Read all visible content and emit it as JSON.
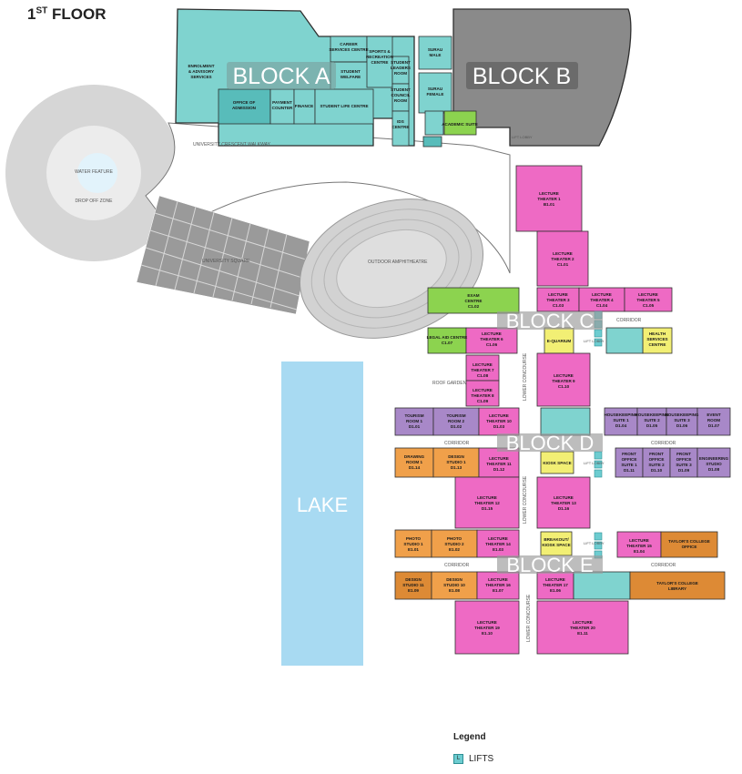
{
  "floor_title": "1",
  "floor_title_sup": "ST",
  "floor_title_rest": " FLOOR",
  "colors": {
    "teal": "#7fd3cf",
    "grey_block": "#8a8a8a",
    "pink": "#ee6ac4",
    "green": "#8cd34f",
    "yellow": "#f2ef74",
    "purple": "#a888c8",
    "orange": "#f0a04a",
    "orange_dark": "#dd8a35",
    "lake": "#a8daf2",
    "grey_light": "#cfcfcf"
  },
  "blocks": {
    "a": "BLOCK A",
    "b": "BLOCK B",
    "c": "BLOCK C",
    "d": "BLOCK D",
    "e": "BLOCK E"
  },
  "lake": "LAKE",
  "labels": {
    "walkway": "UNIVERSITY CRESCENT WALKWAY",
    "water": "WATER FEATURE",
    "dropoff": "DROP OFF ZONE",
    "square": "UNIVERSITY SQUARE",
    "amphi": "OUTDOOR AMPHITHEATRE",
    "roof_garden": "ROOF GARDEN",
    "corridor": "CORRIDOR",
    "lower_concourse": "LOWER CONCOURSE",
    "lift_lobby": "LIFT LOBBY",
    "lift_lobby_b": "LIFT LOBBY"
  },
  "rooms": [
    {
      "id": "enrolment",
      "l1": "ENROLMENT",
      "l2": "& ADVISORY",
      "l3": "SERVICES"
    },
    {
      "id": "career",
      "l1": "CAREER",
      "l2": "SERVICES CENTRE"
    },
    {
      "id": "sports",
      "l1": "SPORTS &",
      "l2": "RECREATION",
      "l3": "CENTRE"
    },
    {
      "id": "student_leaders",
      "l1": "STUDENT",
      "l2": "LEADERS",
      "l3": "ROOM"
    },
    {
      "id": "student_council",
      "l1": "STUDENT",
      "l2": "COUNCIL",
      "l3": "ROOM"
    },
    {
      "id": "ids",
      "l1": "IDS",
      "l2": "CENTRE"
    },
    {
      "id": "welfare",
      "l1": "STUDENT",
      "l2": "WELFARE"
    },
    {
      "id": "office_adm",
      "l1": "OFFICE OF",
      "l2": "ADMISSION"
    },
    {
      "id": "payment",
      "l1": "PAYMENT",
      "l2": "COUNTER"
    },
    {
      "id": "finance",
      "l1": "FINANCE"
    },
    {
      "id": "life_centre",
      "l1": "STUDENT LIFE CENTRE"
    },
    {
      "id": "surau_m",
      "l1": "SURAU",
      "l2": "MALE"
    },
    {
      "id": "surau_f",
      "l1": "SURAU",
      "l2": "FEMALE"
    },
    {
      "id": "academic",
      "l1": "ACADEMIC SUITE"
    },
    {
      "id": "lt1",
      "l1": "LECTURE",
      "l2": "THEATER 1",
      "l3": "B1.01"
    },
    {
      "id": "lt2",
      "l1": "LECTURE",
      "l2": "THEATER 2",
      "l3": "C1.01"
    },
    {
      "id": "lt3",
      "l1": "LECTURE",
      "l2": "THEATER 3",
      "l3": "C1.03"
    },
    {
      "id": "lt4",
      "l1": "LECTURE",
      "l2": "THEATER 4",
      "l3": "C1.04"
    },
    {
      "id": "lt5",
      "l1": "LECTURE",
      "l2": "THEATER 5",
      "l3": "C1.05"
    },
    {
      "id": "exam",
      "l1": "EXAM",
      "l2": "CENTRE",
      "l3": "C1.02"
    },
    {
      "id": "legal",
      "l1": "LEGAL AID CENTRE",
      "l2": "C1.07"
    },
    {
      "id": "lt6",
      "l1": "LECTURE",
      "l2": "THEATER 6",
      "l3": "C1.06"
    },
    {
      "id": "equarium",
      "l1": "E-QUARIUM"
    },
    {
      "id": "health",
      "l1": "HEALTH",
      "l2": "SERVICES",
      "l3": "CENTRE"
    },
    {
      "id": "lt7",
      "l1": "LECTURE",
      "l2": "THEATER 7",
      "l3": "C1.08"
    },
    {
      "id": "lt8",
      "l1": "LECTURE",
      "l2": "THEATER 8",
      "l3": "C1.09"
    },
    {
      "id": "lt9",
      "l1": "LECTURE",
      "l2": "THEATER 9",
      "l3": "C1.10"
    },
    {
      "id": "tour1",
      "l1": "TOURISM",
      "l2": "ROOM 1",
      "l3": "D1.01"
    },
    {
      "id": "tour2",
      "l1": "TOURISM",
      "l2": "ROOM 2",
      "l3": "D1.02"
    },
    {
      "id": "lt10",
      "l1": "LECTURE",
      "l2": "THEATER 10",
      "l3": "D1.03"
    },
    {
      "id": "hk1",
      "l1": "HOUSEKEEPING",
      "l2": "SUITE 1",
      "l3": "D1.04"
    },
    {
      "id": "hk2",
      "l1": "HOUSEKEEPING",
      "l2": "SUITE 2",
      "l3": "D1.05"
    },
    {
      "id": "hk3",
      "l1": "HOUSEKEEPING",
      "l2": "SUITE 3",
      "l3": "D1.06"
    },
    {
      "id": "event",
      "l1": "EVENT",
      "l2": "ROOM",
      "l3": "D1.07"
    },
    {
      "id": "draw1",
      "l1": "DRAWING",
      "l2": "ROOM 1",
      "l3": "D1.14"
    },
    {
      "id": "design1",
      "l1": "DESIGN",
      "l2": "STUDIO 1",
      "l3": "D1.13"
    },
    {
      "id": "lt11",
      "l1": "LECTURE",
      "l2": "THEATER 11",
      "l3": "D1.12"
    },
    {
      "id": "kiosk",
      "l1": "KIOSK SPACE"
    },
    {
      "id": "fo1",
      "l1": "FRONT",
      "l2": "OFFICE",
      "l3": "SUITE 1",
      "l4": "D1.11"
    },
    {
      "id": "fo2",
      "l1": "FRONT",
      "l2": "OFFICE",
      "l3": "SUITE 2",
      "l4": "D1.10"
    },
    {
      "id": "fo3",
      "l1": "FRONT",
      "l2": "OFFICE",
      "l3": "SUITE 3",
      "l4": "D1.09"
    },
    {
      "id": "eng",
      "l1": "ENGINEERING",
      "l2": "STUDIO",
      "l3": "D1.08"
    },
    {
      "id": "lt12",
      "l1": "LECTURE",
      "l2": "THEATER 12",
      "l3": "D1.15"
    },
    {
      "id": "lt13",
      "l1": "LECTURE",
      "l2": "THEATER 13",
      "l3": "D1.16"
    },
    {
      "id": "photo1",
      "l1": "PHOTO",
      "l2": "STUDIO 1",
      "l3": "E1.01"
    },
    {
      "id": "photo2",
      "l1": "PHOTO",
      "l2": "STUDIO 2",
      "l3": "E1.02"
    },
    {
      "id": "lt14",
      "l1": "LECTURE",
      "l2": "THEATER 14",
      "l3": "E1.03"
    },
    {
      "id": "breakout",
      "l1": "BREAKOUT/",
      "l2": "KIOSK SPACE"
    },
    {
      "id": "lt15",
      "l1": "LECTURE",
      "l2": "THEATER 15",
      "l3": "E1.04"
    },
    {
      "id": "tcoffice",
      "l1": "TAYLOR'S COLLEGE",
      "l2": "OFFICE"
    },
    {
      "id": "design11",
      "l1": "DESIGN",
      "l2": "STUDIO 11",
      "l3": "E1.09"
    },
    {
      "id": "design10",
      "l1": "DESIGN",
      "l2": "STUDIO 10",
      "l3": "E1.08"
    },
    {
      "id": "lt16",
      "l1": "LECTURE",
      "l2": "THEATER 16",
      "l3": "E1.07"
    },
    {
      "id": "lt17",
      "l1": "LECTURE",
      "l2": "THEATER 17",
      "l3": "E1.06"
    },
    {
      "id": "tclib",
      "l1": "TAYLOR'S COLLEGE",
      "l2": "LIBRARY"
    },
    {
      "id": "lt19",
      "l1": "LECTURE",
      "l2": "THEATER 19",
      "l3": "E1.10"
    },
    {
      "id": "lt20",
      "l1": "LECTURE",
      "l2": "THEATER 20",
      "l3": "E1.11"
    }
  ],
  "legend": {
    "title": "Legend",
    "lift_key": "L",
    "lifts": "LIFTS"
  }
}
